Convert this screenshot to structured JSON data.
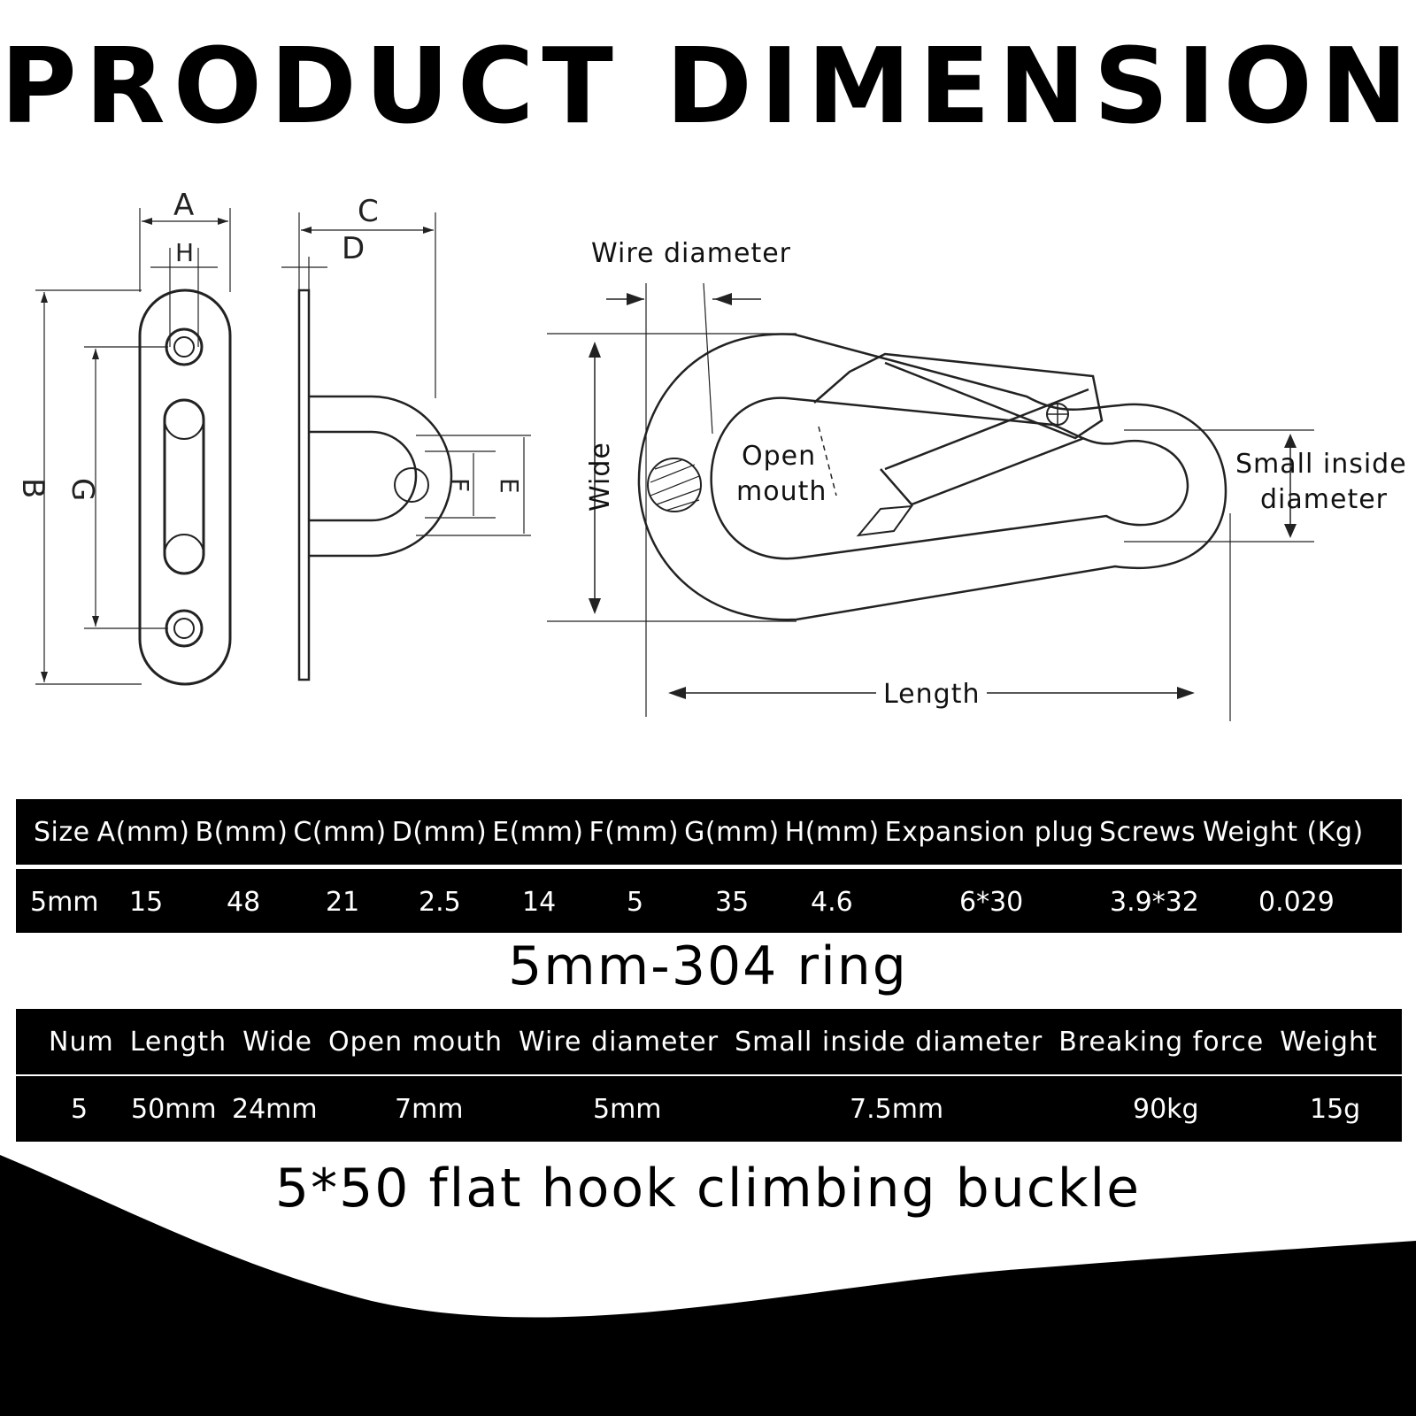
{
  "title": "PRODUCT DIMENSION",
  "diagram": {
    "plate_labels": [
      "A",
      "H",
      "B",
      "G",
      "C",
      "D",
      "F",
      "E"
    ],
    "hook_labels": {
      "wire_diameter": "Wire diameter",
      "open_mouth": [
        "Open",
        "mouth"
      ],
      "wide": "Wide",
      "small_inside_diameter": [
        "Small inside",
        "diameter"
      ],
      "length": "Length"
    }
  },
  "table1": {
    "headers": [
      "Size",
      "A(mm)",
      "B(mm)",
      "C(mm)",
      "D(mm)",
      "E(mm)",
      "F(mm)",
      "G(mm)",
      "H(mm)",
      "Expansion plug",
      "Screws",
      "Weight (Kg)"
    ],
    "row": [
      "5mm",
      "15",
      "48",
      "21",
      "2.5",
      "14",
      "5",
      "35",
      "4.6",
      "6*30",
      "3.9*32",
      "0.029"
    ]
  },
  "caption1": "5mm-304 ring",
  "table2": {
    "headers": [
      "Num",
      "Length",
      "Wide",
      "Open mouth",
      "Wire diameter",
      "Small inside diameter",
      "Breaking force",
      "Weight"
    ],
    "row": [
      "5",
      "50mm",
      "24mm",
      "7mm",
      "5mm",
      "7.5mm",
      "90kg",
      "15g"
    ]
  },
  "caption2": "5*50 flat hook climbing buckle"
}
